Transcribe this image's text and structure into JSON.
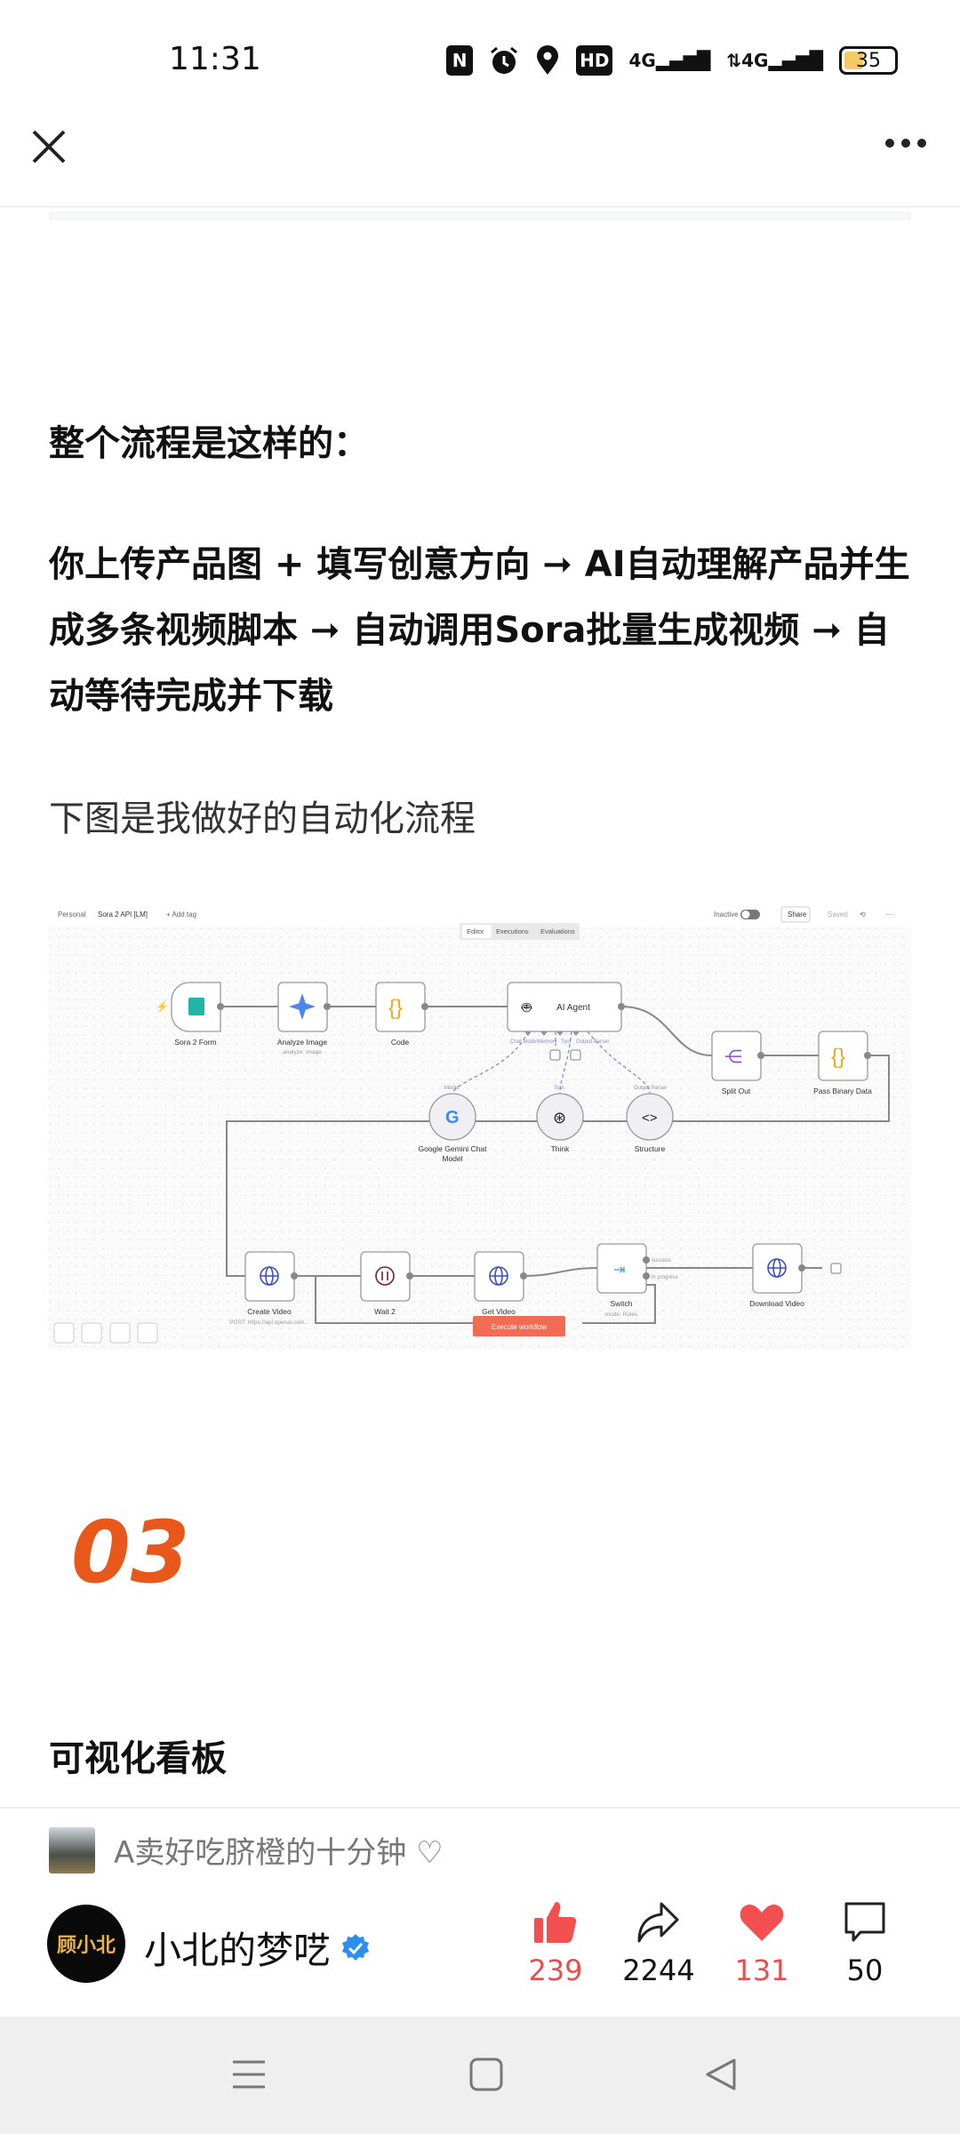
{
  "status_bar": {
    "time": "11:31",
    "hd": "HD",
    "net1": "4G",
    "net2": "4G",
    "battery": "35"
  },
  "article": {
    "heading": "整个流程是这样的：",
    "flow_text": "你上传产品图 + 填写创意方向 ➞ AI自动理解产品并生成多条视频脚本 ➞ 自动调用Sora批量生成视频 ➞ 自动等待完成并下载",
    "intro": "下图是我做好的自动化流程",
    "section_number": "03",
    "section_title": "可视化看板"
  },
  "workflow": {
    "breadcrumb_personal": "Personal",
    "workflow_name": "Sora 2 API [LM]",
    "add_tag": "+ Add tag",
    "status": "Inactive",
    "share": "Share",
    "saved": "Saved",
    "tabs": [
      "Editor",
      "Executions",
      "Evaluations"
    ],
    "nodes": {
      "form": "Sora 2 Form",
      "analyze": "Analyze Image",
      "analyze_sub": "analyze: image",
      "code": "Code",
      "agent": "AI Agent",
      "split": "Split Out",
      "pass": "Pass Binary Data",
      "gemini1": "Google Gemini Chat",
      "gemini2": "Model",
      "think": "Think",
      "structure": "Structure",
      "create": "Create Video",
      "create_sub": "POST: https://api.openai.com...",
      "wait": "Wait 2",
      "get": "Get Video",
      "switch": "Switch",
      "switch_sub": "mode: Rules",
      "download": "Download Video"
    },
    "ports": {
      "chat": "Chat Model",
      "memory": "Memory",
      "tool": "Tool",
      "parser": "Output Parser",
      "model": "Model",
      "success": "success",
      "progress": "in progress"
    },
    "execute": "Execute workflow"
  },
  "footer": {
    "collection": "A卖好吃脐橙的十分钟 ♡",
    "author": "小北的梦呓",
    "avatar_text": "顾小北",
    "likes": "239",
    "shares": "2244",
    "favorites": "131",
    "comments": "50"
  }
}
